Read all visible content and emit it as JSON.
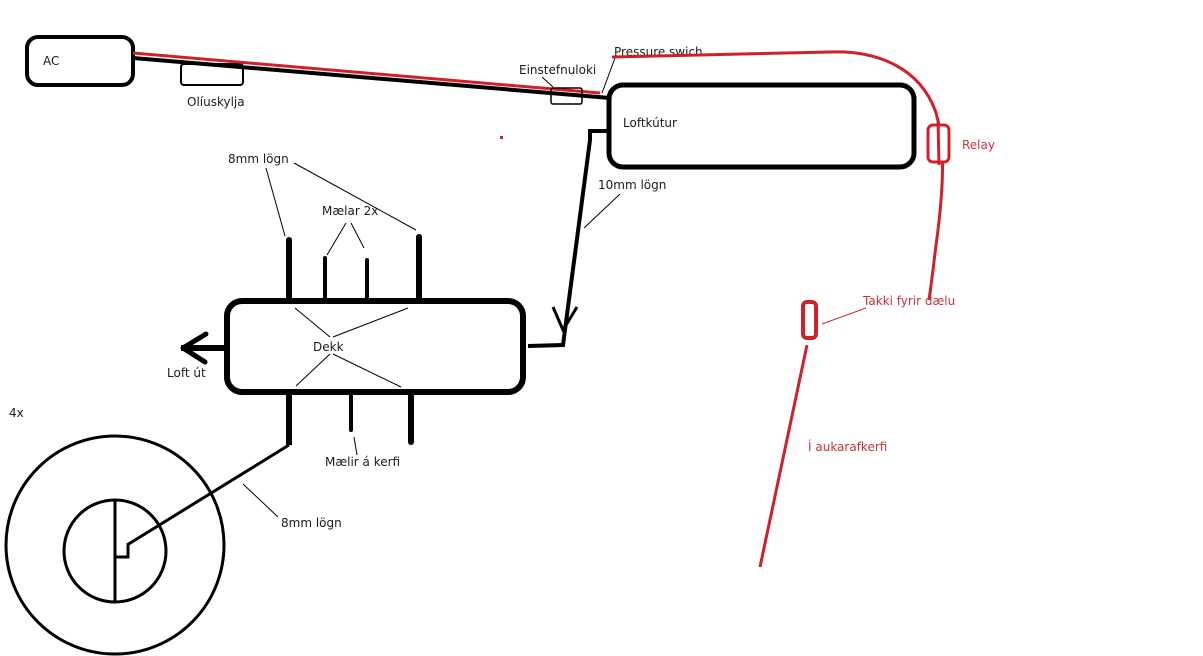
{
  "colors": {
    "line": "#000000",
    "wire": "#d0202a",
    "wire_text": "#c8323a",
    "background": "#ffffff"
  },
  "components": {
    "ac": "AC",
    "oil_cooler": "Olíuskylja",
    "check_valve": "Einstefnuloki",
    "pressure_switch": "Pressure swich",
    "air_tank": "Loftkútur",
    "relay": "Relay",
    "pipe_10mm": "10mm lögn",
    "pipe_8mm_top": "8mm lögn",
    "gauges_2x": "Mælar 2x",
    "manifold": "Dekk",
    "air_out": "Loft út",
    "system_gauge": "Mælir á kerfi",
    "wheel_count": "4x",
    "pipe_8mm_wheel": "8mm lögn",
    "pump_switch": "Takki fyrir dælu",
    "aux_power": "Í aukarafkerfi"
  }
}
